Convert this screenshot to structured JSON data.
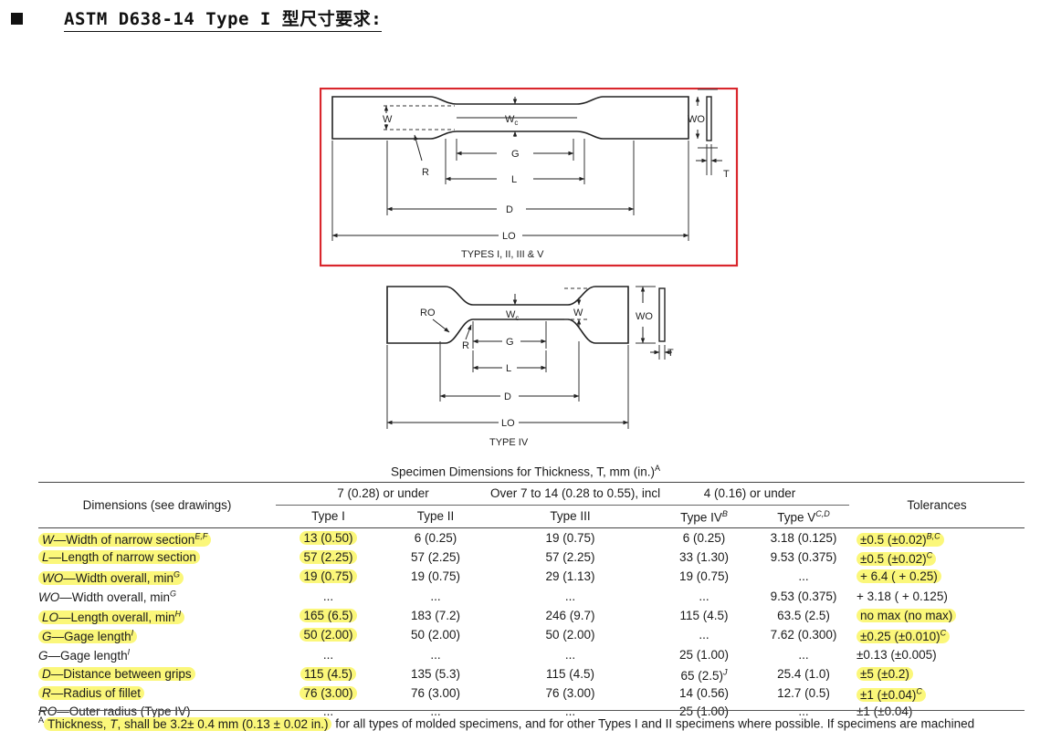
{
  "heading": {
    "text": "ASTM D638-14 Type I 型尺寸要求:"
  },
  "fig1": {
    "labels": {
      "W": "W",
      "Wc_main": "W",
      "Wc_sub": "c",
      "WO": "WO",
      "G": "G",
      "L": "L",
      "R": "R",
      "T": "T",
      "D": "D",
      "LO": "LO"
    },
    "caption": "TYPES I, II, III & V",
    "highlight_color": "#d9262c"
  },
  "fig2": {
    "labels": {
      "RO": "RO",
      "Wc_main": "W",
      "Wc_sub": "c",
      "W": "W",
      "WO": "WO",
      "G": "G",
      "L": "L",
      "R": "R",
      "T": "T",
      "D": "D",
      "LO": "LO"
    },
    "caption": "TYPE IV"
  },
  "table": {
    "title": "Specimen Dimensions for Thickness, T, mm (in.)",
    "title_sup": "A",
    "dim_header": "Dimensions (see drawings)",
    "group_headers": [
      "7 (0.28) or under",
      "Over 7 to 14 (0.28 to 0.55), incl",
      "4 (0.16) or under"
    ],
    "type_headers": [
      "Type I",
      "Type II",
      "Type III",
      "Type IV",
      "Type V"
    ],
    "type_sups": [
      "",
      "",
      "",
      "B",
      "C,D"
    ],
    "tol_header": "Tolerances",
    "highlight_color": "#fbf77a",
    "rows": [
      {
        "sym": "W",
        "desc": "—Width of narrow section",
        "sup": "E,F",
        "v": [
          "13 (0.50)",
          "6 (0.25)",
          "19 (0.75)",
          "6 (0.25)",
          "3.18 (0.125)"
        ],
        "vsup": [
          "",
          "",
          "",
          "",
          ""
        ],
        "tol": "±0.5 (±0.02)",
        "tolsup": "B,C",
        "hl": true
      },
      {
        "sym": "L",
        "desc": "—Length of narrow section",
        "sup": "",
        "v": [
          "57 (2.25)",
          "57 (2.25)",
          "57 (2.25)",
          "33 (1.30)",
          "9.53 (0.375)"
        ],
        "vsup": [
          "",
          "",
          "",
          "",
          ""
        ],
        "tol": "±0.5 (±0.02)",
        "tolsup": "C",
        "hl": true
      },
      {
        "sym": "WO",
        "desc": "—Width overall, min",
        "sup": "G",
        "v": [
          "19 (0.75)",
          "19 (0.75)",
          "29 (1.13)",
          "19 (0.75)",
          "..."
        ],
        "vsup": [
          "",
          "",
          "",
          "",
          ""
        ],
        "tol": "+ 6.4 ( + 0.25)",
        "tolsup": "",
        "hl": true
      },
      {
        "sym": "WO",
        "desc": "—Width overall, min",
        "sup": "G",
        "v": [
          "...",
          "...",
          "...",
          "...",
          "9.53 (0.375)"
        ],
        "vsup": [
          "",
          "",
          "",
          "",
          ""
        ],
        "tol": "+ 3.18 ( + 0.125)",
        "tolsup": "",
        "hl": false
      },
      {
        "sym": "LO",
        "desc": "—Length overall, min",
        "sup": "H",
        "v": [
          "165 (6.5)",
          "183 (7.2)",
          "246 (9.7)",
          "115 (4.5)",
          "63.5 (2.5)"
        ],
        "vsup": [
          "",
          "",
          "",
          "",
          ""
        ],
        "tol": "no max (no max)",
        "tolsup": "",
        "hl": true
      },
      {
        "sym": "G",
        "desc": "—Gage length",
        "sup": "I",
        "v": [
          "50 (2.00)",
          "50 (2.00)",
          "50 (2.00)",
          "...",
          "7.62 (0.300)"
        ],
        "vsup": [
          "",
          "",
          "",
          "",
          ""
        ],
        "tol": "±0.25 (±0.010)",
        "tolsup": "C",
        "hl": true
      },
      {
        "sym": "G",
        "desc": "—Gage length",
        "sup": "I",
        "v": [
          "...",
          "...",
          "...",
          "25 (1.00)",
          "..."
        ],
        "vsup": [
          "",
          "",
          "",
          "",
          ""
        ],
        "tol": "±0.13 (±0.005)",
        "tolsup": "",
        "hl": false
      },
      {
        "sym": "D",
        "desc": "—Distance between grips",
        "sup": "",
        "v": [
          "115 (4.5)",
          "135 (5.3)",
          "115 (4.5)",
          "65 (2.5)",
          "25.4 (1.0)"
        ],
        "vsup": [
          "",
          "",
          "",
          "J",
          ""
        ],
        "tol": "±5 (±0.2)",
        "tolsup": "",
        "hl": true
      },
      {
        "sym": "R",
        "desc": "—Radius of fillet",
        "sup": "",
        "v": [
          "76 (3.00)",
          "76 (3.00)",
          "76 (3.00)",
          "14 (0.56)",
          "12.7 (0.5)"
        ],
        "vsup": [
          "",
          "",
          "",
          "",
          ""
        ],
        "tol": "±1 (±0.04)",
        "tolsup": "C",
        "hl": true
      },
      {
        "sym": "RO",
        "desc": "—Outer radius (Type IV)",
        "sup": "",
        "v": [
          "...",
          "...",
          "...",
          "25 (1.00)",
          "..."
        ],
        "vsup": [
          "",
          "",
          "",
          "",
          ""
        ],
        "tol": "±1 (±0.04)",
        "tolsup": "",
        "hl": false
      }
    ]
  },
  "footnote": {
    "sup": "A",
    "text_a": "Thickness, ",
    "sym": "T",
    "text_b": ", shall be 3.2± 0.4 mm (0.13 ± 0.02 in.)",
    "text_c": " for all types of molded specimens, and for other Types I and II specimens where possible. If specimens are machined"
  }
}
